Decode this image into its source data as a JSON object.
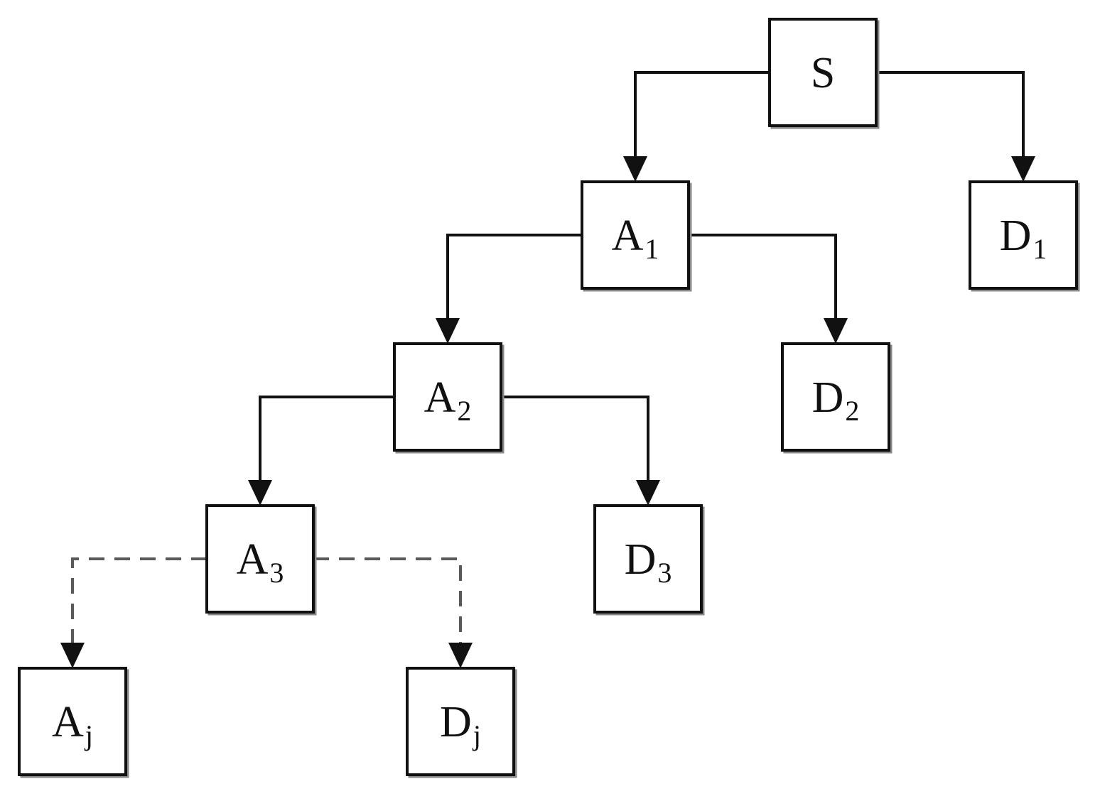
{
  "diagram": {
    "nodes": [
      {
        "id": "S",
        "base": "S",
        "sub": ""
      },
      {
        "id": "A1",
        "base": "A",
        "sub": "1"
      },
      {
        "id": "D1",
        "base": "D",
        "sub": "1"
      },
      {
        "id": "A2",
        "base": "A",
        "sub": "2"
      },
      {
        "id": "D2",
        "base": "D",
        "sub": "2"
      },
      {
        "id": "A3",
        "base": "A",
        "sub": "3"
      },
      {
        "id": "D3",
        "base": "D",
        "sub": "3"
      },
      {
        "id": "Aj",
        "base": "A",
        "sub": "j"
      },
      {
        "id": "Dj",
        "base": "D",
        "sub": "j"
      }
    ],
    "edges": [
      {
        "from": "S",
        "to": "A1",
        "style": "solid"
      },
      {
        "from": "S",
        "to": "D1",
        "style": "solid"
      },
      {
        "from": "A1",
        "to": "A2",
        "style": "solid"
      },
      {
        "from": "A1",
        "to": "D2",
        "style": "solid"
      },
      {
        "from": "A2",
        "to": "A3",
        "style": "solid"
      },
      {
        "from": "A2",
        "to": "D3",
        "style": "solid"
      },
      {
        "from": "A3",
        "to": "Aj",
        "style": "dashed"
      },
      {
        "from": "A3",
        "to": "Dj",
        "style": "dashed"
      }
    ]
  }
}
